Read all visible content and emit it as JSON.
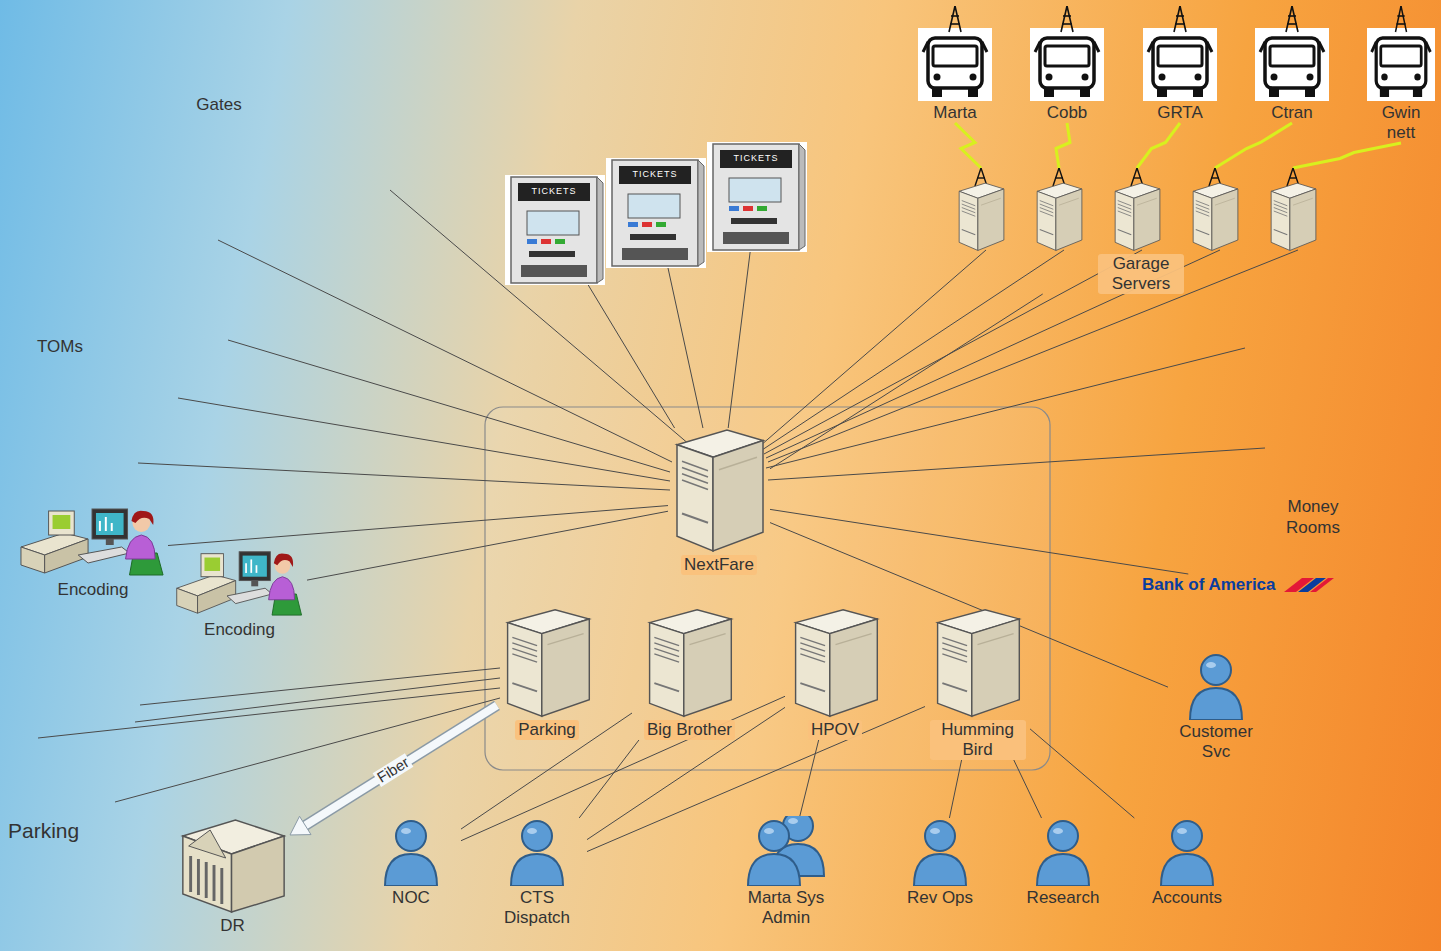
{
  "diagram": {
    "nodes": [
      {
        "text": [
          "Marta"
        ]
      },
      {
        "text": [
          "Cobb"
        ]
      },
      {
        "text": [
          "GRTA"
        ]
      },
      {
        "text": [
          "Ctran"
        ]
      },
      {
        "text": [
          "Gwin nett"
        ]
      },
      {
        "text": [
          "Garage Servers"
        ]
      },
      {
        "text": [
          "TICKETS"
        ]
      },
      {
        "text": [
          "TICKETS"
        ]
      },
      {
        "text": [
          "TICKETS"
        ]
      },
      {
        "text": [
          "NextFare"
        ]
      },
      {
        "text": [
          "Parking"
        ]
      },
      {
        "text": [
          "Big Brother"
        ]
      },
      {
        "text": [
          "HPOV"
        ]
      },
      {
        "text": [
          "Humming Bird"
        ]
      },
      {
        "text": [
          "Encoding"
        ]
      },
      {
        "text": [
          "Encoding"
        ]
      },
      {
        "text": [
          "Bank of America"
        ]
      },
      {
        "text": [
          "Customer Svc"
        ]
      },
      {
        "text": [
          "DR"
        ]
      },
      {
        "text": [
          "NOC"
        ]
      },
      {
        "text": [
          "CTS Dispatch"
        ]
      },
      {
        "text": [
          "Marta Sys Admin"
        ]
      },
      {
        "text": [
          "Rev Ops"
        ]
      },
      {
        "text": [
          "Research"
        ]
      },
      {
        "text": [
          "Accounts"
        ]
      }
    ],
    "edges": [
      {
        "from": 0,
        "to": 5,
        "arrow": "none"
      },
      {
        "from": 1,
        "to": 5,
        "arrow": "none"
      },
      {
        "from": 2,
        "to": 5,
        "arrow": "none"
      },
      {
        "from": 3,
        "to": 5,
        "arrow": "none"
      },
      {
        "from": 4,
        "to": 5,
        "arrow": "none"
      },
      {
        "from": 5,
        "to": 9,
        "arrow": "none"
      },
      {
        "from": 6,
        "to": 9,
        "arrow": "none"
      },
      {
        "from": 7,
        "to": 9,
        "arrow": "none"
      },
      {
        "from": 8,
        "to": 9,
        "arrow": "none"
      },
      {
        "from": 9,
        "to": 14,
        "arrow": "none"
      },
      {
        "from": 9,
        "to": 15,
        "arrow": "none"
      },
      {
        "from": 9,
        "to": 16,
        "arrow": "none"
      },
      {
        "from": 9,
        "to": 17,
        "arrow": "none"
      },
      {
        "from": 10,
        "to": 18,
        "label": "Fiber",
        "arrow": "to"
      },
      {
        "from": 19,
        "to": 11,
        "arrow": "none"
      },
      {
        "from": 19,
        "to": 12,
        "arrow": "none"
      },
      {
        "from": 20,
        "to": 11,
        "arrow": "none"
      },
      {
        "from": 20,
        "to": 12,
        "arrow": "none"
      },
      {
        "from": 20,
        "to": 13,
        "arrow": "none"
      },
      {
        "from": 21,
        "to": 12,
        "arrow": "none"
      },
      {
        "from": 13,
        "to": 22,
        "arrow": "none"
      },
      {
        "from": 13,
        "to": 23,
        "arrow": "none"
      },
      {
        "from": 13,
        "to": 24,
        "arrow": "none"
      }
    ],
    "labels": [
      "Gates",
      "TOMs",
      "Parking",
      "Money Rooms"
    ]
  }
}
